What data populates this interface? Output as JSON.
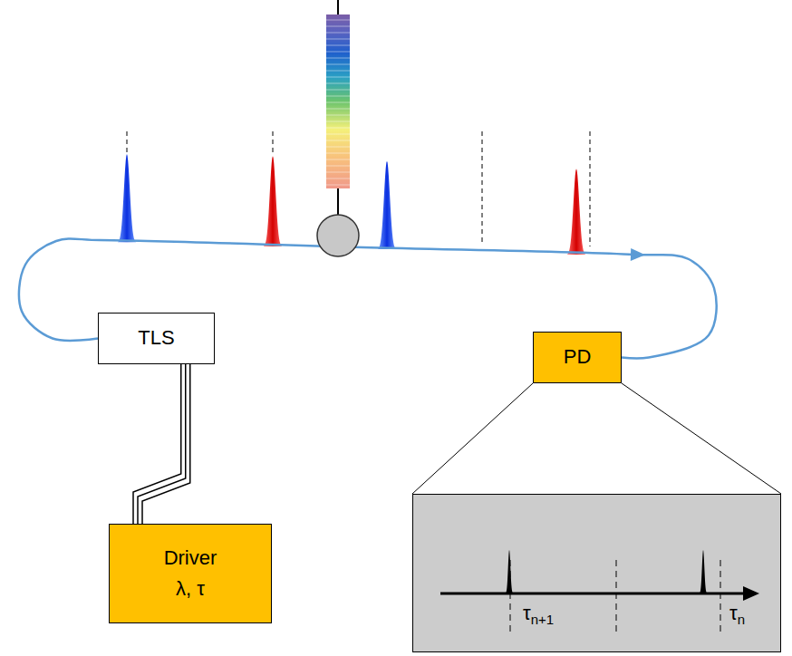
{
  "diagram": {
    "nodes": [
      {
        "text": [
          "TLS"
        ]
      },
      {
        "text": [
          "Driver",
          "λ, τ"
        ]
      },
      {
        "text": [
          "PD"
        ]
      },
      {
        "text": [
          "τn+1",
          "τn"
        ]
      }
    ],
    "edges": [
      {
        "from": 0,
        "to": 2,
        "arrow": "to"
      },
      {
        "from": 1,
        "to": 0,
        "arrow": "none"
      }
    ]
  }
}
